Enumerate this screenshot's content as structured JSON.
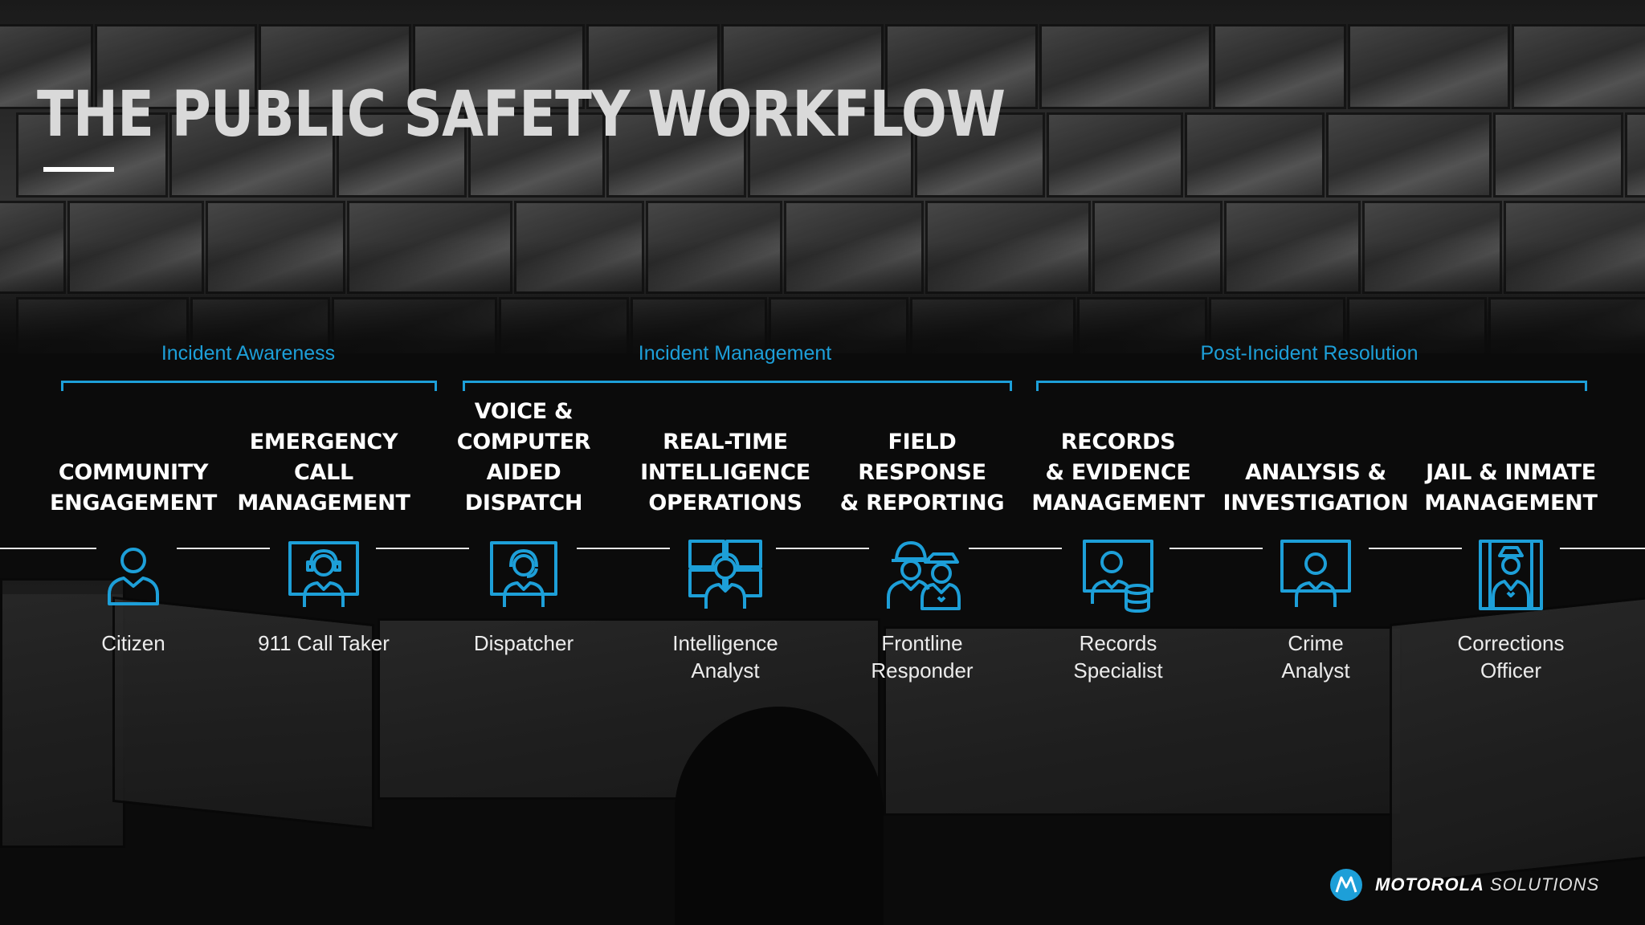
{
  "slide": {
    "title": "THE PUBLIC SAFETY WORKFLOW"
  },
  "phases": [
    {
      "label": "Incident Awareness"
    },
    {
      "label": "Incident Management"
    },
    {
      "label": "Post-Incident Resolution"
    }
  ],
  "steps": [
    {
      "title": "COMMUNITY\nENGAGEMENT",
      "role": "Citizen",
      "icon": "person-icon"
    },
    {
      "title": "EMERGENCY CALL\nMANAGEMENT",
      "role": "911 Call Taker",
      "icon": "call-taker-headset-icon"
    },
    {
      "title": "VOICE &\nCOMPUTER\nAIDED DISPATCH",
      "role": "Dispatcher",
      "icon": "dispatcher-headset-icon"
    },
    {
      "title": "REAL-TIME\nINTELLIGENCE\nOPERATIONS",
      "role": "Intelligence\nAnalyst",
      "icon": "intelligence-analyst-icon"
    },
    {
      "title": "FIELD RESPONSE\n& REPORTING",
      "role": "Frontline\nResponder",
      "icon": "firefighter-police-icon"
    },
    {
      "title": "RECORDS\n& EVIDENCE\nMANAGEMENT",
      "role": "Records\nSpecialist",
      "icon": "records-database-icon"
    },
    {
      "title": "ANALYSIS &\nINVESTIGATION",
      "role": "Crime\nAnalyst",
      "icon": "crime-analyst-monitor-icon"
    },
    {
      "title": "JAIL & INMATE\nMANAGEMENT",
      "role": "Corrections\nOfficer",
      "icon": "corrections-officer-icon"
    }
  ],
  "logo": {
    "brand_bold": "MOTOROLA",
    "brand_light": "SOLUTIONS"
  },
  "colors": {
    "accent": "#1d9fd8",
    "title": "#d9d9d9",
    "text": "#ffffff",
    "background": "#0b0b0b"
  }
}
